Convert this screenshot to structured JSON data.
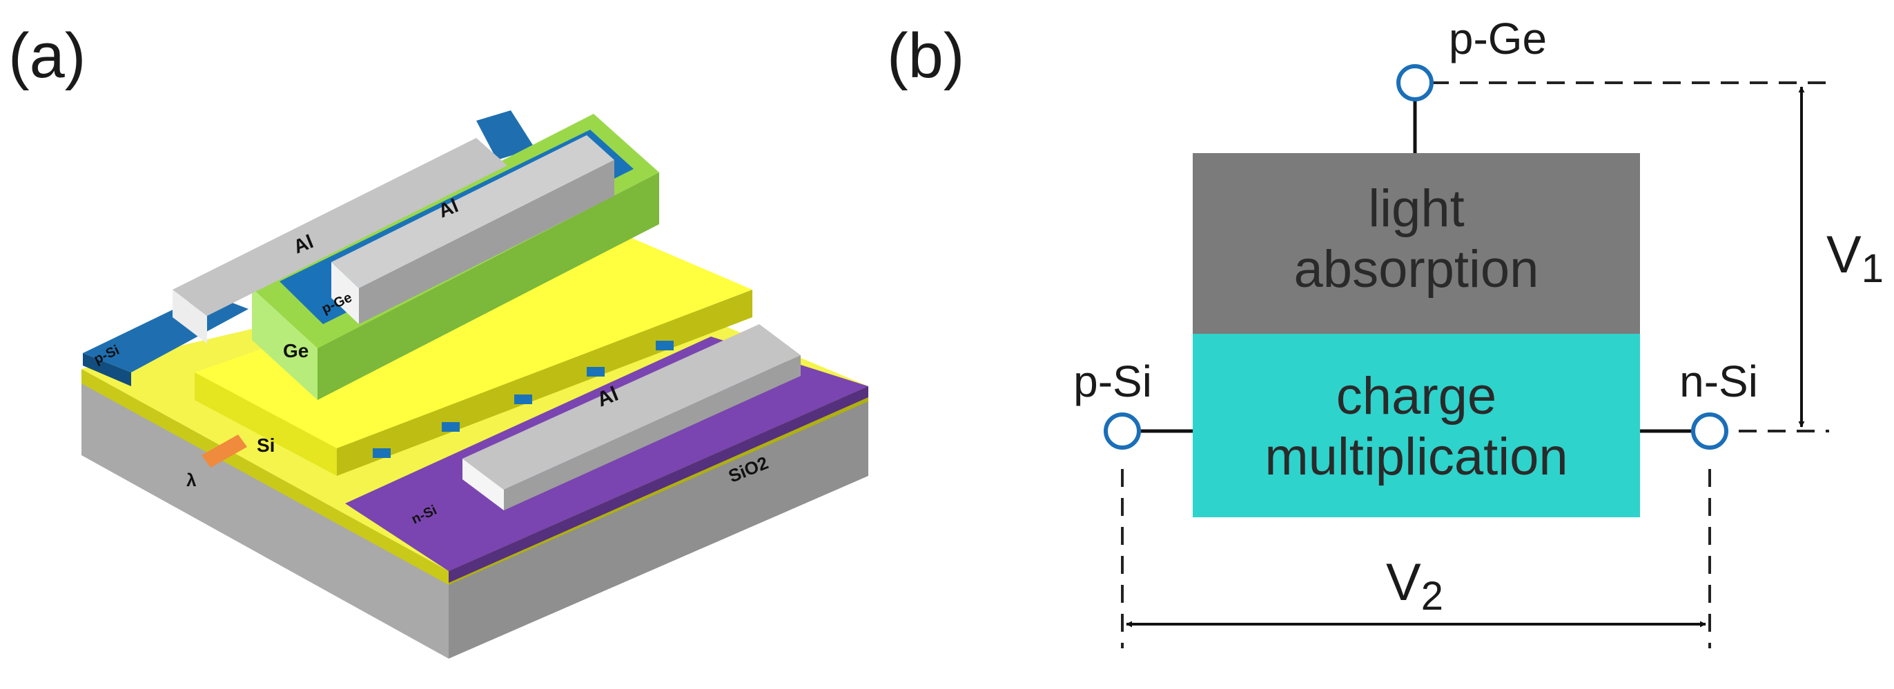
{
  "panels": {
    "a": {
      "label": "(a)"
    },
    "b": {
      "label": "(b)"
    }
  },
  "device": {
    "labels": {
      "al_back_left": "Al",
      "al_back_right": "Al",
      "al_front": "Al",
      "ge": "Ge",
      "p_ge": "p-Ge",
      "p_si": "p-Si",
      "n_si": "n-Si",
      "si": "Si",
      "lambda": "λ",
      "sio2": "SiO2"
    },
    "colors": {
      "substrate": "#c8c8c8",
      "silicon": "#ffff33",
      "germanium": "#a6e34e",
      "p_ge_layer": "#1a73b8",
      "p_si_layer": "#1f6fb0",
      "n_si_layer": "#6a3fa0",
      "aluminum": "#bdbdbd",
      "light": "#f08a3c"
    }
  },
  "diagram": {
    "absorption_line1": "light",
    "absorption_line2": "absorption",
    "multiplication_line1": "charge",
    "multiplication_line2": "multiplication",
    "terminal_top": "p-Ge",
    "terminal_left": "p-Si",
    "terminal_right": "n-Si",
    "v1_main": "V",
    "v1_sub": "1",
    "v2_main": "V",
    "v2_sub": "2",
    "colors": {
      "absorption": "#7b7b7b",
      "multiplication": "#2ed3cc",
      "terminal": "#1a6fb8"
    }
  }
}
